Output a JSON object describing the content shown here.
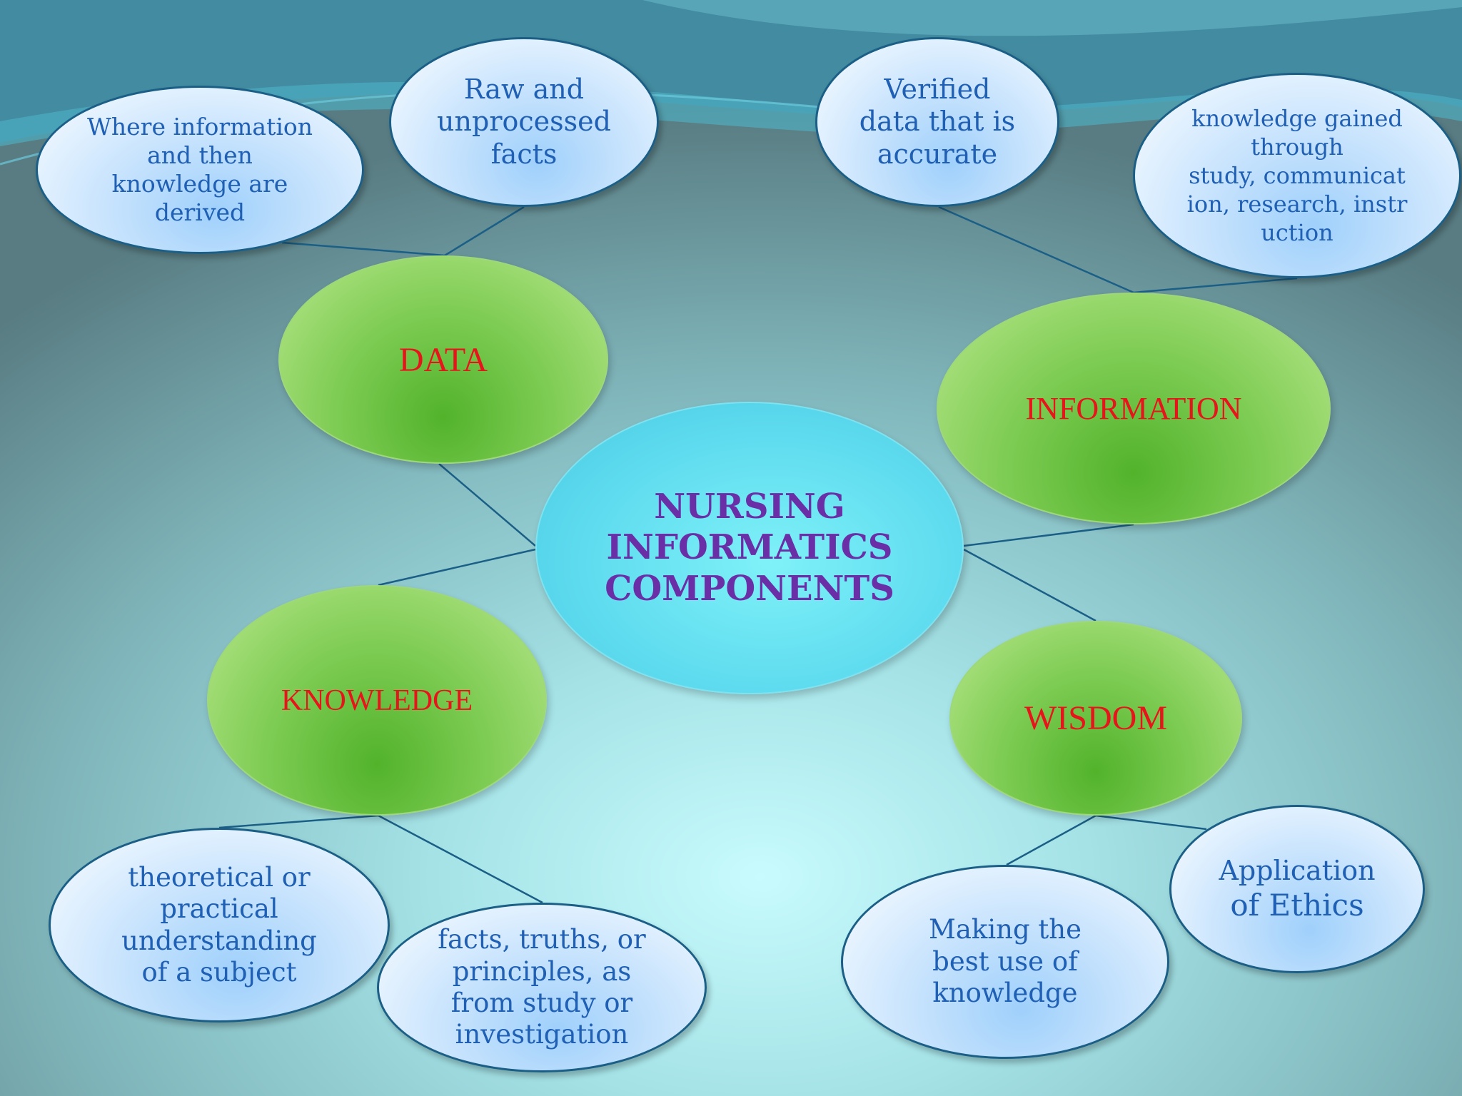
{
  "center": {
    "lines": [
      "NURSING",
      "INFORMATICS",
      "COMPONENTS"
    ]
  },
  "components": {
    "data": "DATA",
    "information": "INFORMATION",
    "knowledge": "KNOWLEDGE",
    "wisdom": "WISDOM"
  },
  "descriptions": {
    "data_derived": [
      "Where information",
      "and then",
      "knowledge are",
      "derived"
    ],
    "data_raw": [
      "Raw and",
      "unprocessed",
      "facts"
    ],
    "info_verified": [
      "Verified",
      "data that is",
      "accurate"
    ],
    "info_gained": [
      "knowledge gained",
      "through",
      "study, communicat",
      "ion, research, instr",
      "uction"
    ],
    "knowledge_understanding": [
      "theoretical or",
      "practical",
      "understanding",
      "of a subject"
    ],
    "knowledge_facts": [
      "facts, truths, or",
      "principles, as",
      "from study or",
      "investigation"
    ],
    "wisdom_best_use": [
      "Making  the",
      "best use of",
      "knowledge"
    ],
    "wisdom_ethics": [
      "Application",
      "of Ethics"
    ]
  },
  "colors": {
    "component_text": "#e8141c",
    "center_text": "#6a2ea6",
    "description_text": "#1f5fb4",
    "connector": "#1c5f86"
  }
}
